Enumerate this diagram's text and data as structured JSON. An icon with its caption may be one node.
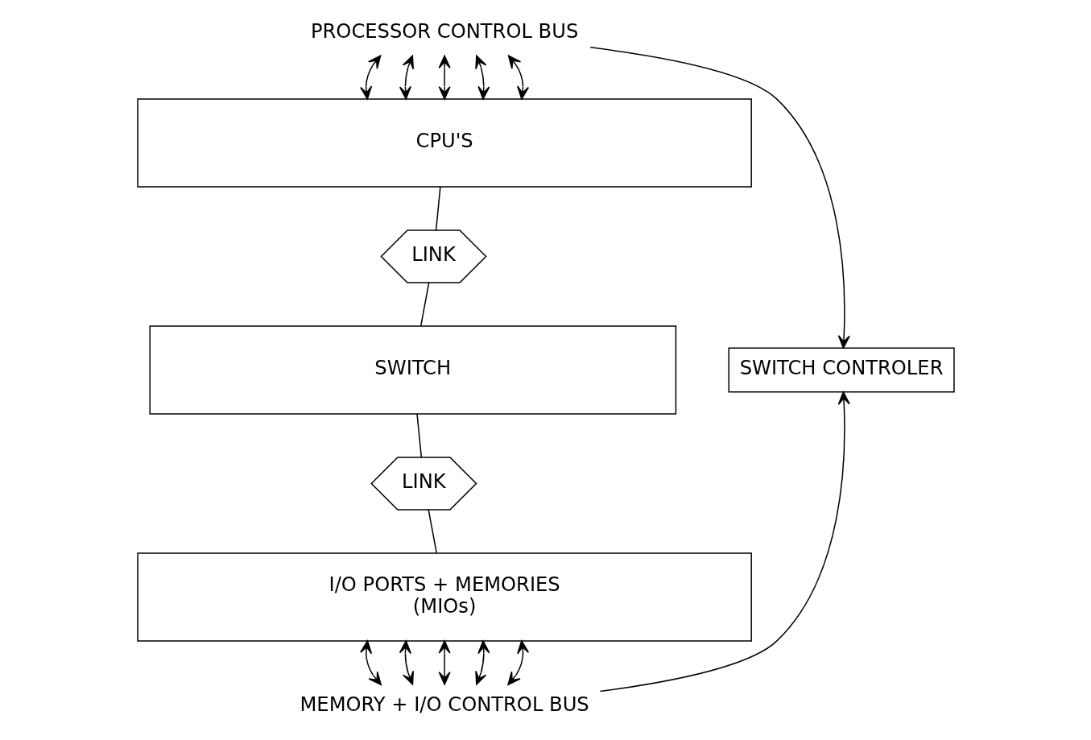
{
  "diagram": {
    "nodes": [
      {
        "text": [
          "PROCESSOR CONTROL BUS"
        ]
      },
      {
        "text": [
          "CPU'S"
        ]
      },
      {
        "text": [
          "LINK"
        ]
      },
      {
        "text": [
          "SWITCH CONTROLER"
        ]
      },
      {
        "text": [
          "SWITCH"
        ]
      },
      {
        "text": [
          "LINK"
        ]
      },
      {
        "text": [
          "I/O PORTS + MEMORIES",
          "(MIOs)"
        ]
      },
      {
        "text": [
          "MEMORY + I/O CONTROL BUS"
        ]
      }
    ],
    "edges": [
      {
        "from": 0,
        "to": 1,
        "arrow": "both"
      },
      {
        "from": 0,
        "to": 1,
        "arrow": "both"
      },
      {
        "from": 0,
        "to": 1,
        "arrow": "both"
      },
      {
        "from": 0,
        "to": 1,
        "arrow": "both"
      },
      {
        "from": 0,
        "to": 1,
        "arrow": "both"
      },
      {
        "from": 0,
        "to": 3,
        "arrow": "to"
      },
      {
        "from": 1,
        "to": 2,
        "arrow": "none"
      },
      {
        "from": 2,
        "to": 4,
        "arrow": "none"
      },
      {
        "from": 4,
        "to": 5,
        "arrow": "none"
      },
      {
        "from": 5,
        "to": 6,
        "arrow": "none"
      },
      {
        "from": 6,
        "to": 7,
        "arrow": "both"
      },
      {
        "from": 6,
        "to": 7,
        "arrow": "both"
      },
      {
        "from": 6,
        "to": 7,
        "arrow": "both"
      },
      {
        "from": 6,
        "to": 7,
        "arrow": "both"
      },
      {
        "from": 6,
        "to": 7,
        "arrow": "both"
      },
      {
        "from": 7,
        "to": 3,
        "arrow": "to"
      }
    ]
  }
}
